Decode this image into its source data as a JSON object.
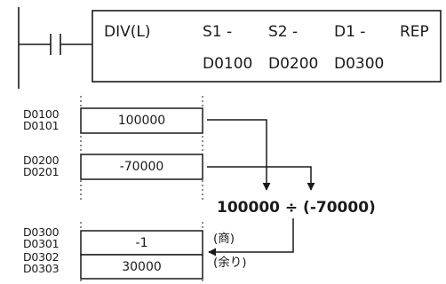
{
  "instruction": {
    "name": "DIV(L)",
    "operand_headers": [
      "S1 -",
      "S2 -",
      "D1 -",
      "REP"
    ],
    "operand_values": [
      "D0100",
      "D0200",
      "D0300"
    ]
  },
  "registers": {
    "s1": {
      "labels": [
        "D0100",
        "D0101"
      ],
      "value": "100000"
    },
    "s2": {
      "labels": [
        "D0200",
        "D0201"
      ],
      "value": "-70000"
    },
    "d1": {
      "labels": [
        "D0300",
        "D0301",
        "D0302",
        "D0303"
      ],
      "quotient": "-1",
      "remainder": "30000"
    }
  },
  "expression": "100000 ÷ (-70000)",
  "notes": {
    "quotient": "(商)",
    "remainder": "(余り)"
  },
  "colors": {
    "line": "#1a1a1a",
    "background": "#ffffff"
  }
}
